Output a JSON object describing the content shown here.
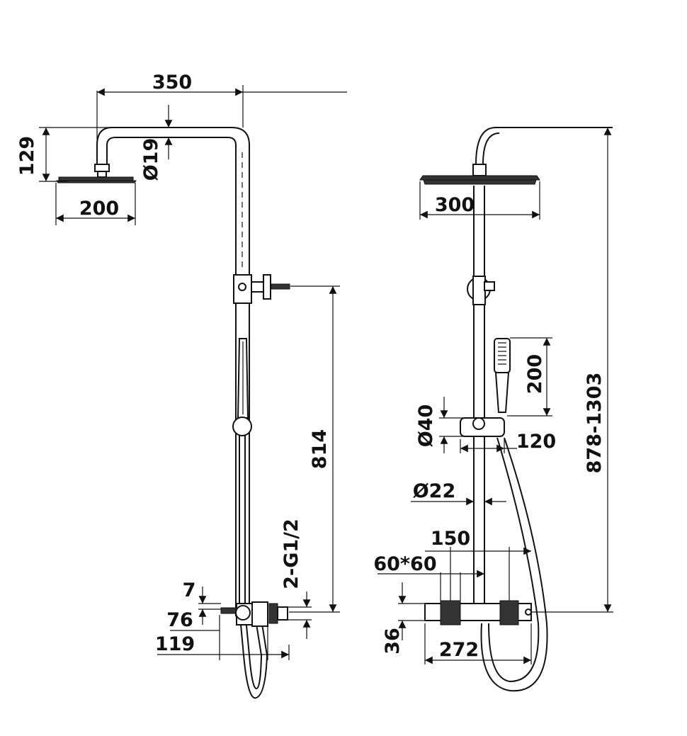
{
  "side_view": {
    "dims": {
      "arm_length": "350",
      "head_height": "129",
      "pipe_diameter": "Ø19",
      "head_width": "200",
      "rail_height": "814",
      "inlet_thread": "2-G1/2",
      "dim_7": "7",
      "dim_76": "76",
      "dim_119": "119"
    }
  },
  "front_view": {
    "dims": {
      "head_width": "300",
      "handset_length": "200",
      "total_height": "878-1303",
      "holder_diameter": "Ø40",
      "holder_width": "120",
      "pipe_diameter": "Ø22",
      "center_distance": "150",
      "bracket_size": "60*60",
      "body_height": "36",
      "body_width": "272"
    }
  }
}
